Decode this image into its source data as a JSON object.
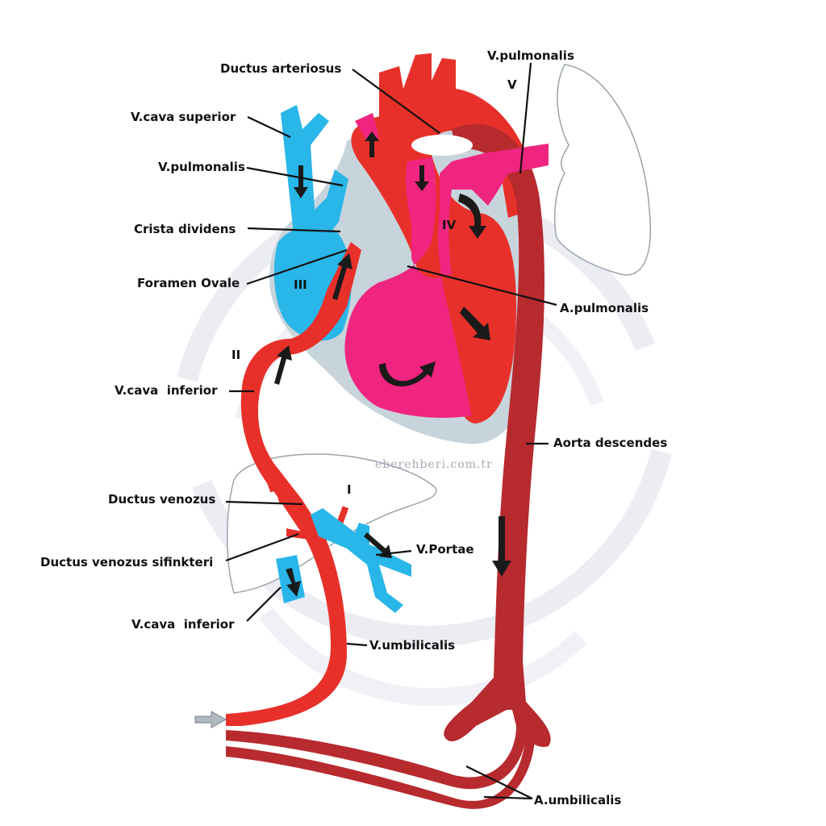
{
  "labels": {
    "ductus_arteriosus": "Ductus arteriosus",
    "vcava_superior": "V.cava superior",
    "vpulmonalis_left": "V.pulmonalis",
    "crista_dividens": "Crista dividens",
    "foramen_ovale": "Foramen Ovale",
    "vcava_inferior_upper": "V.cava  inferior",
    "ductus_venozus": "Ductus venozus",
    "ductus_venozus_sifinkteri": "Ductus venozus sifinkteri",
    "vcava_inferior_lower": "V.cava  inferior",
    "vpulmonalis_right": "V.pulmonalis",
    "apulmonalis": "A.pulmonalis",
    "aorta_descendes": "Aorta descendes",
    "vportae": "V.Portae",
    "vumbilicalis": "V.umbilicalis",
    "aumbilicalis": "A.umbilicalis"
  },
  "roman": {
    "i": "I",
    "ii": "II",
    "iii": "III",
    "iv": "IV",
    "v": "V"
  },
  "watermark": "eberehberi.com.tr",
  "colors": {
    "oxygenated": "#e8302a",
    "mixed_aorta": "#b72a2e",
    "deoxygenated": "#29b6e8",
    "pulmonary": "#f0257f",
    "myocardium": "#c7d4dc",
    "lung_outline": "#9aa4ab"
  }
}
